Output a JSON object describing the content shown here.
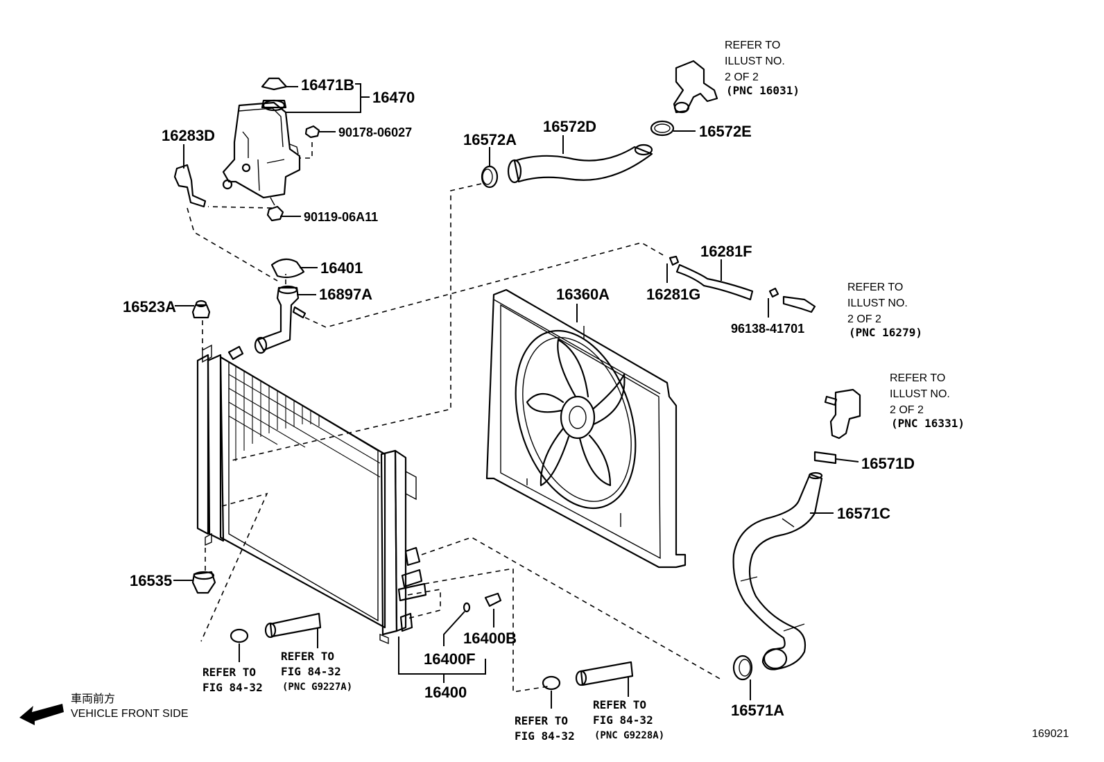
{
  "parts": {
    "p16471B": "16471B",
    "p16470": "16470",
    "p16283D": "16283D",
    "p90178": "90178-06027",
    "p90119": "90119-06A11",
    "p16401": "16401",
    "p16897A": "16897A",
    "p16523A": "16523A",
    "p16535": "16535",
    "p16572A": "16572A",
    "p16572D": "16572D",
    "p16572E": "16572E",
    "p16281F": "16281F",
    "p16281G": "16281G",
    "p96138": "96138-41701",
    "p16360A": "16360A",
    "p16571D": "16571D",
    "p16571C": "16571C",
    "p16571A": "16571A",
    "p16400B": "16400B",
    "p16400F": "16400F",
    "p16400": "16400"
  },
  "refs": {
    "r1": [
      "REFER TO",
      "ILLUST NO.",
      "2 OF 2",
      "(PNC 16031)"
    ],
    "r2": [
      "REFER TO",
      "ILLUST NO.",
      "2 OF 2",
      "(PNC 16279)"
    ],
    "r3": [
      "REFER TO",
      "ILLUST NO.",
      "2 OF 2",
      "(PNC 16331)"
    ],
    "r4": [
      "REFER TO",
      "FIG 84-32"
    ],
    "r5": [
      "REFER TO",
      "FIG 84-32",
      "(PNC G9227A)"
    ],
    "r6": [
      "REFER TO",
      "FIG 84-32"
    ],
    "r7": [
      "REFER TO",
      "FIG 84-32",
      "(PNC G9228A)"
    ]
  },
  "direction": {
    "jp": "車両前方",
    "en": "VEHICLE FRONT SIDE"
  },
  "illustration_number": "169021"
}
